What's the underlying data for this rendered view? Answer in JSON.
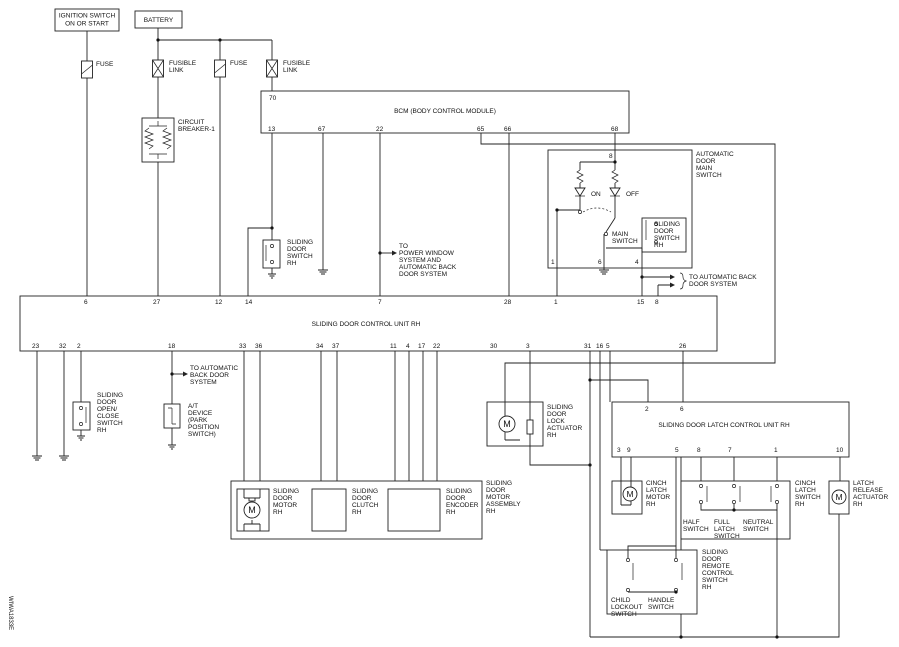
{
  "labels": {
    "ignition_switch": [
      "IGNITION SWITCH",
      "ON OR START"
    ],
    "battery": "BATTERY",
    "fuse": "FUSE",
    "fusible_link": [
      "FUSIBLE",
      "LINK"
    ],
    "circuit_breaker": [
      "CIRCUIT",
      "BREAKER-1"
    ],
    "bcm": "BCM (BODY CONTROL MODULE)",
    "auto_door_main_switch": [
      "AUTOMATIC",
      "DOOR",
      "MAIN",
      "SWITCH"
    ],
    "on": "ON",
    "off": "OFF",
    "main_switch": [
      "MAIN",
      "SWITCH"
    ],
    "sliding_door_switch_rh_inner": [
      "SLIDING",
      "DOOR",
      "SWITCH",
      "RH"
    ],
    "sliding_door_switch_rh_left": [
      "SLIDING",
      "DOOR",
      "SWITCH",
      "RH"
    ],
    "to_power_window": [
      "TO",
      "POWER WINDOW",
      "SYSTEM AND",
      "AUTOMATIC BACK",
      "DOOR SYSTEM"
    ],
    "to_auto_back_door_top": [
      "TO AUTOMATIC BACK",
      "DOOR SYSTEM"
    ],
    "sdcu": "SLIDING DOOR CONTROL UNIT RH",
    "open_close_switch": [
      "SLIDING",
      "DOOR",
      "OPEN/",
      "CLOSE",
      "SWITCH",
      "RH"
    ],
    "to_auto_back_door_left": [
      "TO AUTOMATIC",
      "BACK DOOR",
      "SYSTEM"
    ],
    "at_device": [
      "A/T",
      "DEVICE",
      "(PARK",
      "POSITION",
      "SWITCH)"
    ],
    "door_motor": [
      "SLIDING",
      "DOOR",
      "MOTOR",
      "RH"
    ],
    "door_clutch": [
      "SLIDING",
      "DOOR",
      "CLUTCH",
      "RH"
    ],
    "door_encoder": [
      "SLIDING",
      "DOOR",
      "ENCODER",
      "RH"
    ],
    "motor_assembly": [
      "SLIDING",
      "DOOR",
      "MOTOR",
      "ASSEMBLY",
      "RH"
    ],
    "lock_actuator": [
      "SLIDING",
      "DOOR",
      "LOCK",
      "ACTUATOR",
      "RH"
    ],
    "latch_cu": "SLIDING DOOR LATCH CONTROL UNIT RH",
    "cinch_latch_motor": [
      "CINCH",
      "LATCH",
      "MOTOR",
      "RH"
    ],
    "cinch_latch_switch": [
      "CINCH",
      "LATCH",
      "SWITCH",
      "RH"
    ],
    "half_switch": [
      "HALF",
      "SWITCH"
    ],
    "full_latch_switch": [
      "FULL",
      "LATCH",
      "SWITCH"
    ],
    "neutral_switch": [
      "NEUTRAL",
      "SWITCH"
    ],
    "latch_release": [
      "LATCH",
      "RELEASE",
      "ACTUATOR",
      "RH"
    ],
    "remote_control_switch": [
      "SLIDING",
      "DOOR",
      "REMOTE",
      "CONTROL",
      "SWITCH",
      "RH"
    ],
    "child_lockout": [
      "CHILD",
      "LOCKOUT",
      "SWITCH"
    ],
    "handle_switch": [
      "HANDLE",
      "SWITCH"
    ],
    "motor_symbol": "M",
    "code": "WIWA1833E"
  },
  "pins": {
    "bcm_70": "70",
    "bcm_13": "13",
    "bcm_67": "67",
    "bcm_22": "22",
    "bcm_65": "65",
    "bcm_66": "66",
    "bcm_68": "68",
    "ms_8": "8",
    "ms_1": "1",
    "ms_6": "6",
    "ms_4": "4",
    "cu_6": "6",
    "cu_27": "27",
    "cu_12": "12",
    "cu_14": "14",
    "cu_7": "7",
    "cu_28": "28",
    "cu_1": "1",
    "cu_15": "15",
    "cu_8": "8",
    "cu_23": "23",
    "cu_32": "32",
    "cu_2": "2",
    "cu_18": "18",
    "cu_33": "33",
    "cu_36": "36",
    "cu_34": "34",
    "cu_37": "37",
    "cu_11": "11",
    "cu_4": "4",
    "cu_17": "17",
    "cu_22": "22",
    "cu_30": "30",
    "cu_3": "3",
    "cu_31": "31",
    "cu_16": "16",
    "cu_5": "5",
    "cu_26": "26",
    "lcu_2": "2",
    "lcu_6": "6",
    "lcu_3": "3",
    "lcu_9": "9",
    "lcu_5": "5",
    "lcu_8": "8",
    "lcu_7": "7",
    "lcu_1": "1",
    "lcu_10": "10"
  }
}
